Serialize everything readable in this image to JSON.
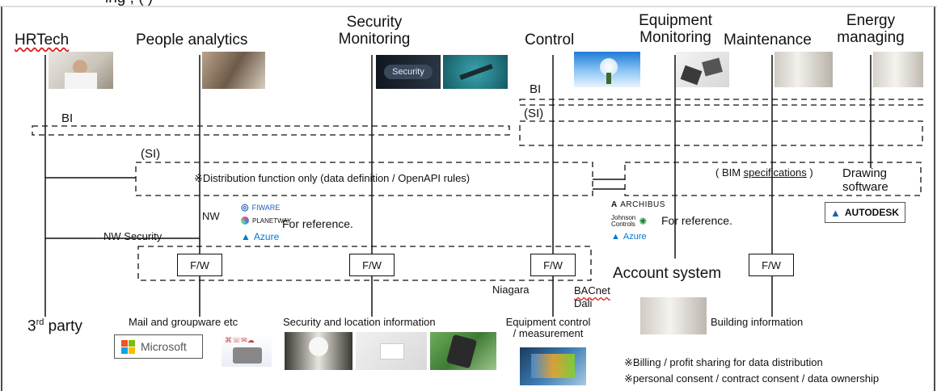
{
  "top_truncated": "ing                         ,              (        )",
  "categories": {
    "hrtech": "HRTech",
    "people_analytics": "People analytics",
    "security_monitoring_1": "Security",
    "security_monitoring_2": "Monitoring",
    "control": "Control",
    "equipment_monitoring_1": "Equipment",
    "equipment_monitoring_2": "Monitoring",
    "maintenance": "Maintenance",
    "energy_1": "Energy",
    "energy_2": "managing"
  },
  "layers": {
    "bi_left": "BI",
    "bi_right": "BI",
    "si_left": "(SI)",
    "si_right": "(SI)",
    "distribution": "※Distribution function only (data definition / OpenAPI rules)",
    "bim_prefix": "( BIM ",
    "bim_underlined": "specifications",
    "bim_suffix": " )",
    "drawing_1": "Drawing",
    "drawing_2": "software",
    "nw": "NW",
    "nw_security": "NW Security",
    "for_reference_left": "For reference.",
    "for_reference_right": "For reference.",
    "account_system": "Account system",
    "niagara": "Niagara",
    "bacnet": "BACnet",
    "dali": "Dali"
  },
  "firewalls": [
    "F/W",
    "F/W",
    "F/W",
    "F/W"
  ],
  "bottom": {
    "third_party_base": "3",
    "third_party_sup": "rd",
    "third_party_rest": " party",
    "mail": "Mail and groupware etc",
    "security_location": "Security and location information",
    "equipment_control_1": "Equipment control",
    "equipment_control_2": "/ measurement",
    "building_info": "Building information"
  },
  "notes": {
    "billing": "※Billing / profit sharing for data distribution",
    "consent": "※personal consent / contract consent / data ownership"
  },
  "logos": {
    "microsoft": "Microsoft",
    "autodesk": "AUTODESK",
    "fiware": "FIWARE",
    "planetway": "PLANETWAY",
    "azure_left": "Azure",
    "archibus": "ARCHIBUS",
    "johnson_1": "Johnson",
    "johnson_2": "Controls",
    "azure_right": "Azure",
    "security_screen": "Security"
  },
  "colors": {
    "line": "#111111",
    "azure": "#0078d4",
    "squiggle": "#dd2222"
  }
}
